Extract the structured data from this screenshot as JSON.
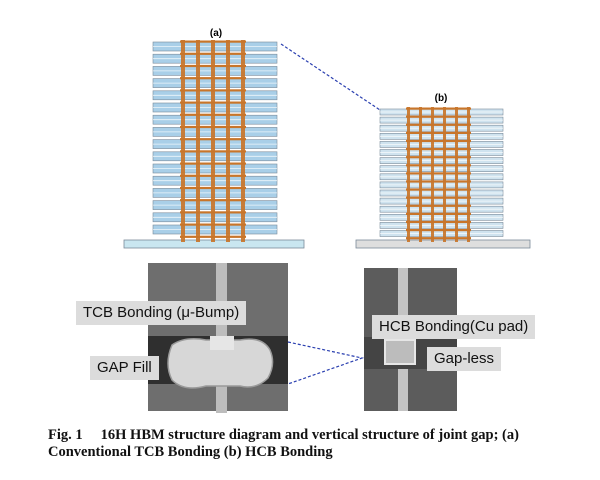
{
  "panels": {
    "a_label": "(a)",
    "b_label": "(b)"
  },
  "labels": {
    "tcb": "TCB Bonding (μ-Bump)",
    "gap_fill": "GAP Fill",
    "hcb": "HCB Bonding(Cu pad)",
    "gap_less": "Gap-less"
  },
  "caption": {
    "number": "Fig. 1",
    "text": "16H HBM structure diagram and vertical structure of joint gap; (a) Conventional TCB Bonding (b) HCB Bonding"
  },
  "colors": {
    "die_blue": "#a9cfe8",
    "tsv_orange": "#c8752a",
    "dashed_link": "#2a3fb0",
    "sem_background": "#6a6a6a"
  }
}
